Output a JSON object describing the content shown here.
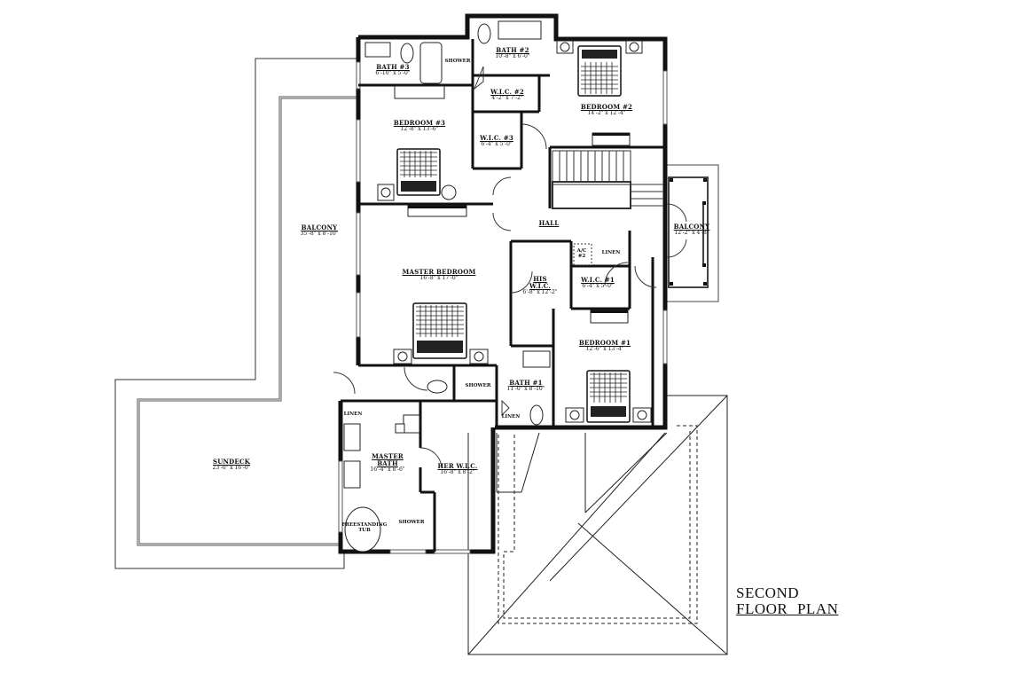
{
  "title": {
    "line1": "SECOND",
    "line2": "FLOOR PLAN"
  },
  "rooms": {
    "bath3": {
      "name": "BATH #3",
      "dim": "6'-10\" x 5'-0\""
    },
    "bath2": {
      "name": "BATH #2",
      "dim": "10'-8\" x 6'-0\""
    },
    "wic2": {
      "name": "W.I.C. #2",
      "dim": "4'-2\" x 7'-2\""
    },
    "bedroom2": {
      "name": "BEDROOM #2",
      "dim": "14'-2\" x 12'-4\""
    },
    "bedroom3": {
      "name": "BEDROOM #3",
      "dim": "12'-8\" x 13'-6\""
    },
    "wic3": {
      "name": "W.I.C. #3",
      "dim": "6'-4\" x 5'-0\""
    },
    "balcony_left": {
      "name": "BALCONY",
      "dim": "35'-8\" x 8'-10\""
    },
    "hall": {
      "name": "HALL"
    },
    "balcony_right": {
      "name": "BALCONY",
      "dim": "12'-2\" x 4'-8\""
    },
    "master_bedroom": {
      "name": "MASTER BEDROOM",
      "dim": "16'-8\" x 17'-0\""
    },
    "his_wic": {
      "name_l1": "HIS",
      "name_l2": "W.I.C.",
      "dim": "6'-8\" x 12'-2\""
    },
    "wic1": {
      "name": "W.I.C. #1",
      "dim": "6'-4\" x 5'-0\""
    },
    "bedroom1": {
      "name": "BEDROOM #1",
      "dim": "12'-6\" x 13'-4\""
    },
    "bath1": {
      "name": "BATH #1",
      "dim": "11'-0\" x 8'-10\""
    },
    "sundeck": {
      "name": "SUNDECK",
      "dim": "23'-0\" x 16'-0\""
    },
    "master_bath": {
      "name_l1": "MASTER",
      "name_l2": "BATH",
      "dim": "16'-4\" x 8'-6\""
    },
    "her_wic": {
      "name": "HER W.I.C.",
      "dim": "16'-8\" x 8'-2\""
    }
  },
  "fixtures": {
    "shower_bath3": "SHOWER",
    "shower_bath1": "SHOWER",
    "shower_master": "SHOWER",
    "linen_hall": "LINEN",
    "linen_master": "LINEN",
    "linen_bath1": "LINEN",
    "ac_l1": "A/C",
    "ac_l2": "#2",
    "tub_l1": "FREESTANDING",
    "tub_l2": "TUB"
  },
  "colors": {
    "wall": "#111111",
    "line": "#222222",
    "background": "#ffffff"
  }
}
